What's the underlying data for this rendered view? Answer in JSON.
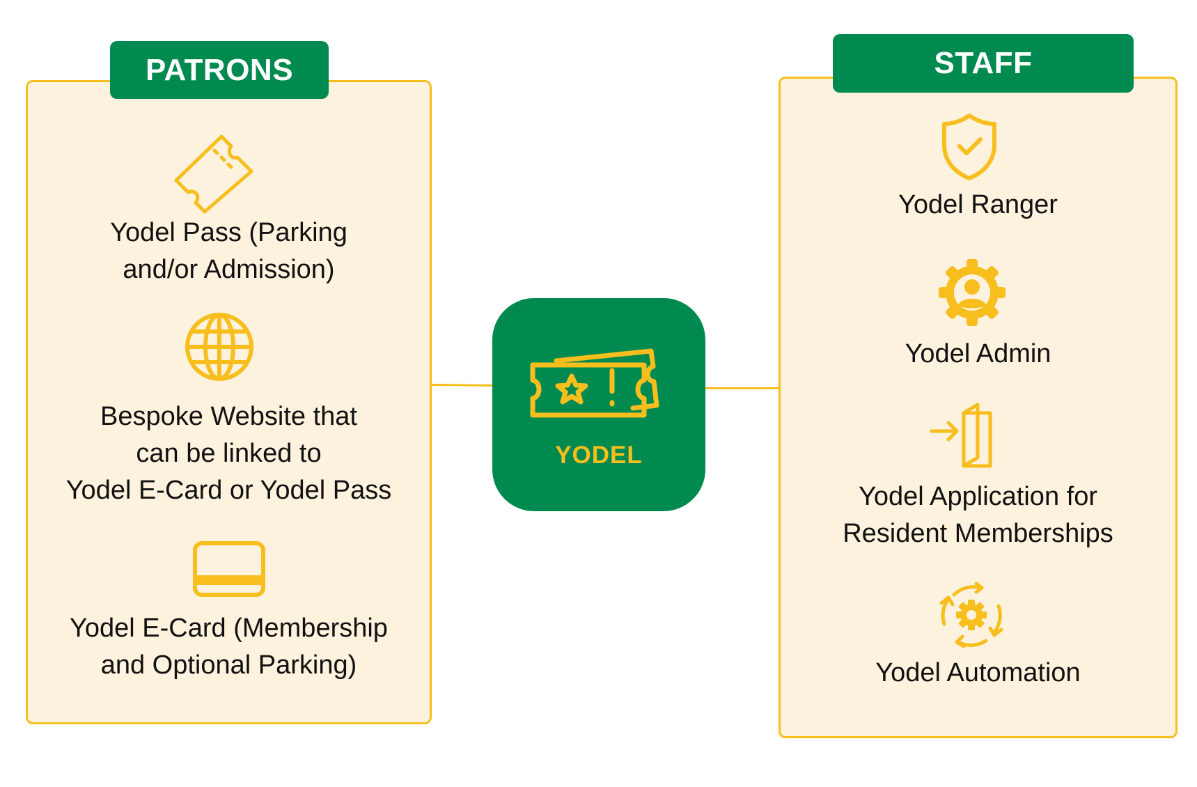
{
  "colors": {
    "brand_green": "#008A4F",
    "accent_yellow": "#F7BE1E",
    "panel_fill": "#FDF2DD"
  },
  "center": {
    "app_name": "YODEL",
    "icon": "tickets-star-icon"
  },
  "patrons": {
    "title": "PATRONS",
    "items": [
      {
        "icon": "ticket-icon",
        "label_lines": [
          "Yodel Pass (Parking",
          "and/or Admission)"
        ]
      },
      {
        "icon": "globe-icon",
        "label_lines": [
          "Bespoke Website that",
          "can be linked to",
          "Yodel E-Card or Yodel Pass"
        ]
      },
      {
        "icon": "credit-card-icon",
        "label_lines": [
          "Yodel E-Card (Membership",
          "and Optional Parking)"
        ]
      }
    ]
  },
  "staff": {
    "title": "STAFF",
    "items": [
      {
        "icon": "shield-check-icon",
        "label_lines": [
          "Yodel Ranger"
        ]
      },
      {
        "icon": "user-gear-icon",
        "label_lines": [
          "Yodel Admin"
        ]
      },
      {
        "icon": "sign-in-door-icon",
        "label_lines": [
          "Yodel Application for",
          "Resident Memberships"
        ]
      },
      {
        "icon": "automation-gear-icon",
        "label_lines": [
          "Yodel Automation"
        ]
      }
    ]
  }
}
